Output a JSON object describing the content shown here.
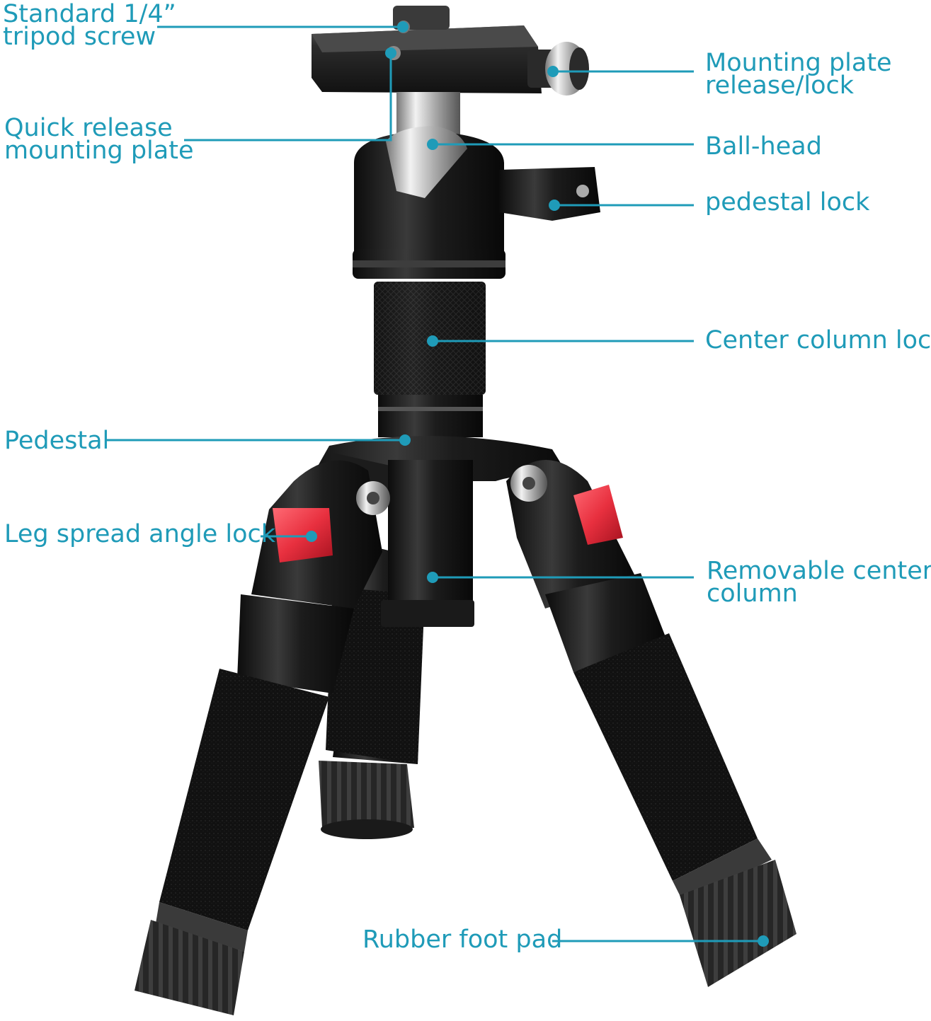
{
  "colors": {
    "callout": "#1f9bb8",
    "metal_dark": "#161616",
    "metal_mid": "#2a2a2a",
    "foam": "#0d0d0d",
    "lock_red": "#e8303f",
    "background": "#ffffff"
  },
  "callouts": {
    "tripod_screw": [
      "Standard 1/4”",
      "tripod screw"
    ],
    "quick_release": [
      "Quick release",
      "mounting plate"
    ],
    "plate_release": [
      "Mounting plate",
      "release/lock"
    ],
    "ball_head": [
      "Ball-head"
    ],
    "pedestal_lock": [
      "pedestal lock"
    ],
    "center_column_lock": [
      "Center column lock"
    ],
    "pedestal": [
      "Pedestal"
    ],
    "leg_spread": [
      "Leg spread angle lock"
    ],
    "removable_column": [
      "Removable center",
      "column"
    ],
    "rubber_foot": [
      "Rubber foot pad"
    ]
  }
}
